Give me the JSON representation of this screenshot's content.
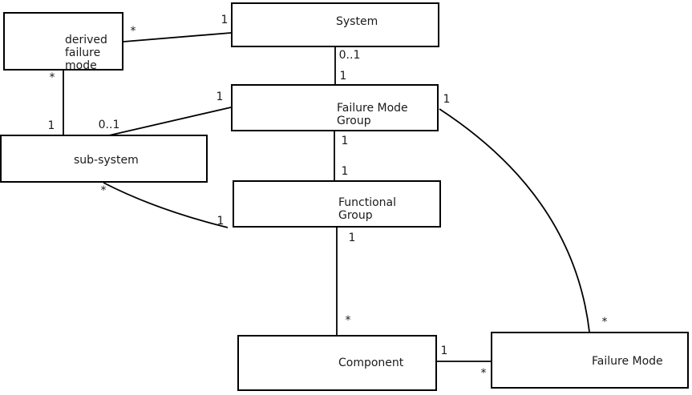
{
  "diagram": {
    "kind": "uml-class-association-diagram",
    "colors": {
      "background": "#ffffff",
      "line": "#000000",
      "text": "#1a1a1a"
    },
    "entities": [
      {
        "id": "derived-failure-mode",
        "label": "derived\nfailure\nmode"
      },
      {
        "id": "system",
        "label": "System"
      },
      {
        "id": "failure-mode-group",
        "label": "Failure Mode\nGroup"
      },
      {
        "id": "sub-system",
        "label": "sub-system"
      },
      {
        "id": "functional-group",
        "label": "Functional\nGroup"
      },
      {
        "id": "component",
        "label": "Component"
      },
      {
        "id": "failure-mode",
        "label": "Failure Mode"
      }
    ],
    "associations": [
      {
        "from": "derived-failure-mode",
        "to": "system",
        "from_multiplicity": "*",
        "to_multiplicity": "1"
      },
      {
        "from": "derived-failure-mode",
        "to": "sub-system",
        "from_multiplicity": "*",
        "to_multiplicity": "1"
      },
      {
        "from": "system",
        "to": "failure-mode-group",
        "from_multiplicity": "0..1",
        "to_multiplicity": "1"
      },
      {
        "from": "failure-mode-group",
        "to": "sub-system",
        "from_multiplicity": "1",
        "to_multiplicity": "0..1"
      },
      {
        "from": "failure-mode-group",
        "to": "functional-group",
        "from_multiplicity": "1",
        "to_multiplicity": "1"
      },
      {
        "from": "sub-system",
        "to": "functional-group",
        "from_multiplicity": "*",
        "to_multiplicity": "1"
      },
      {
        "from": "functional-group",
        "to": "component",
        "from_multiplicity": "1",
        "to_multiplicity": "*"
      },
      {
        "from": "component",
        "to": "failure-mode",
        "from_multiplicity": "1",
        "to_multiplicity": "*"
      },
      {
        "from": "failure-mode-group",
        "to": "failure-mode",
        "from_multiplicity": "1",
        "to_multiplicity": "*"
      }
    ]
  }
}
